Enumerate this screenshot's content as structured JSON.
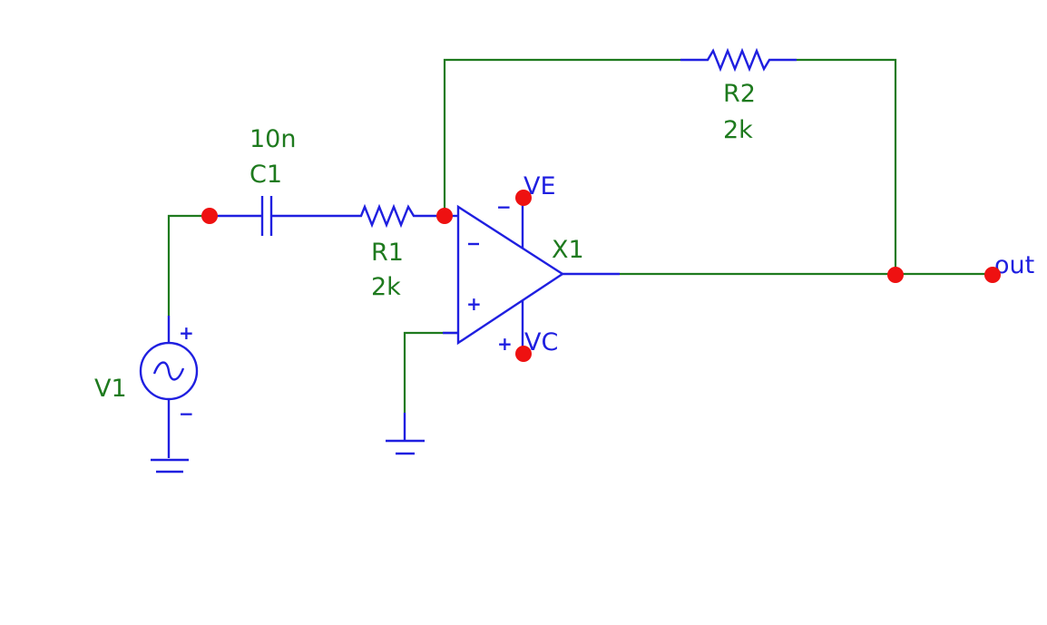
{
  "components": {
    "c1": {
      "ref": "C1",
      "value": "10n"
    },
    "r1": {
      "ref": "R1",
      "value": "2k"
    },
    "r2": {
      "ref": "R2",
      "value": "2k"
    },
    "v1": {
      "ref": "V1"
    },
    "x1": {
      "ref": "X1"
    }
  },
  "nets": {
    "ve": "VE",
    "vc": "VC",
    "out": "out"
  },
  "pins": {
    "plus": "+",
    "minus": "−"
  },
  "colors": {
    "wire": "#1e7a1e",
    "component": "#1f1fe0",
    "node": "#ee1111",
    "background": "#ffffff"
  }
}
